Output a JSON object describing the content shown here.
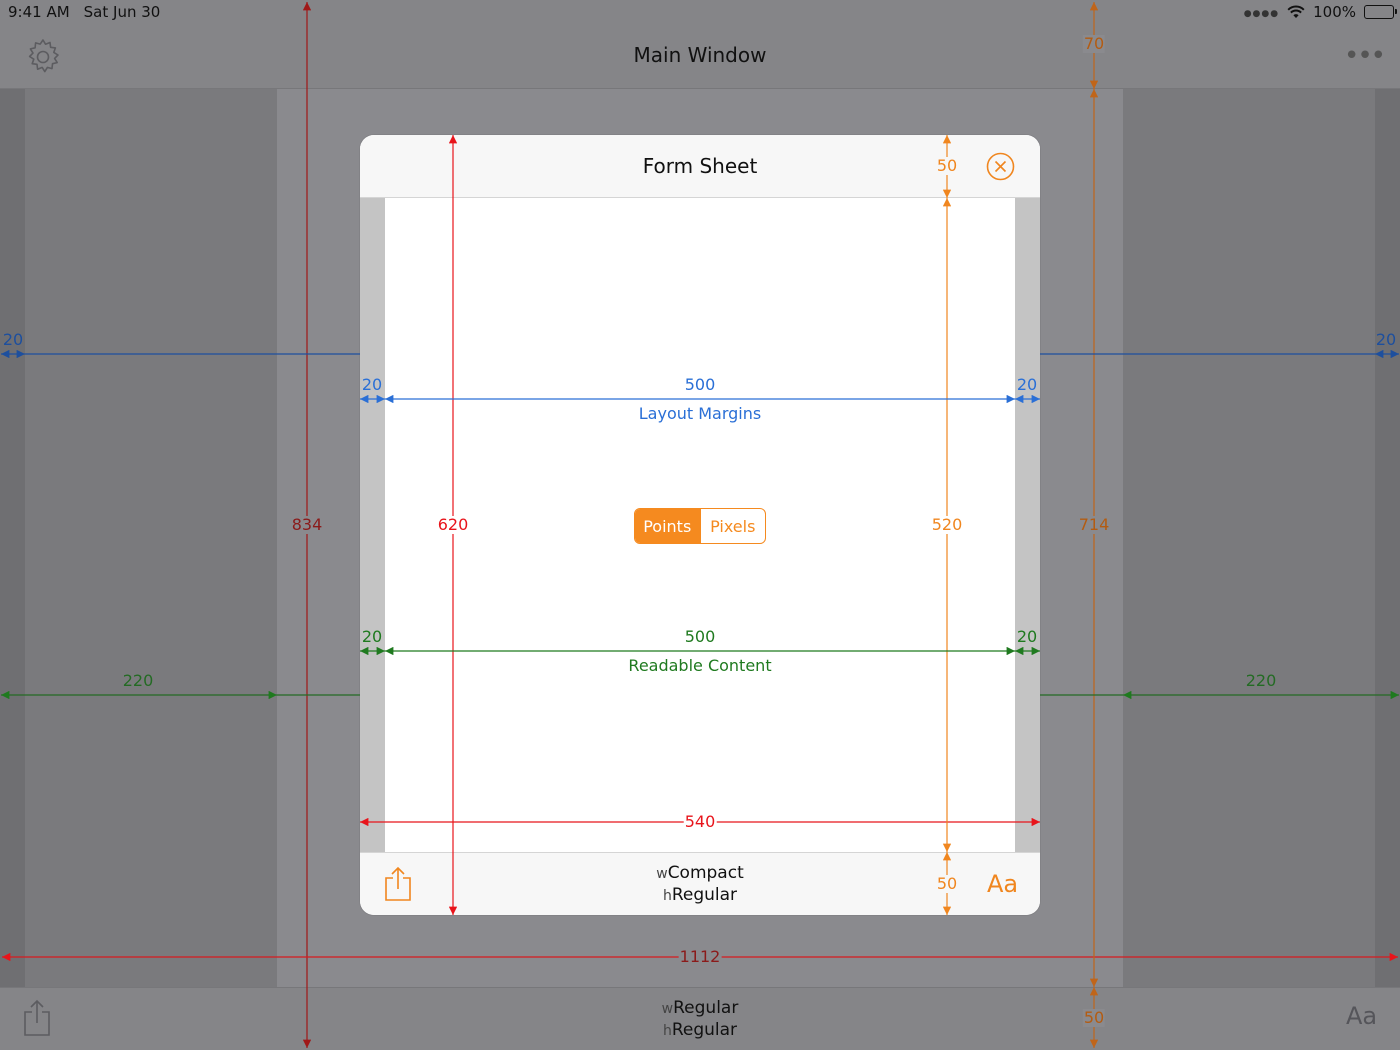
{
  "status_bar": {
    "time": "9:41 AM",
    "date": "Sat Jun 30",
    "battery": "100%"
  },
  "main_window": {
    "title": "Main Window",
    "size_class": {
      "w_prefix": "w",
      "w_value": "Regular",
      "h_prefix": "h",
      "h_value": "Regular"
    },
    "text_button": "Aa"
  },
  "form_sheet": {
    "title": "Form Sheet",
    "size_class": {
      "w_prefix": "w",
      "w_value": "Compact",
      "h_prefix": "h",
      "h_value": "Regular"
    },
    "text_button": "Aa",
    "segment": {
      "options": [
        "Points",
        "Pixels"
      ],
      "selected": "Points"
    },
    "layout_margins_label": "Layout Margins",
    "readable_content_label": "Readable Content"
  },
  "measurements": {
    "main_height": "834",
    "main_width": "1112",
    "main_safe_height": "714",
    "main_top_bar": "70",
    "main_bottom_bar": "50",
    "main_margin_left": "20",
    "main_margin_right": "20",
    "main_readable_left": "220",
    "main_readable_right": "220",
    "sheet_height": "620",
    "sheet_width": "540",
    "sheet_safe_height": "520",
    "sheet_top_bar": "50",
    "sheet_bottom_bar": "50",
    "sheet_margin_left": "20",
    "sheet_margin_width": "500",
    "sheet_margin_right": "20",
    "sheet_readable_left": "20",
    "sheet_readable_width": "500",
    "sheet_readable_right": "20"
  },
  "colors": {
    "accent": "#f58a1f",
    "measure_red": "#e8141b",
    "measure_blue": "#2a6fd6",
    "measure_green": "#1f7a1f"
  }
}
